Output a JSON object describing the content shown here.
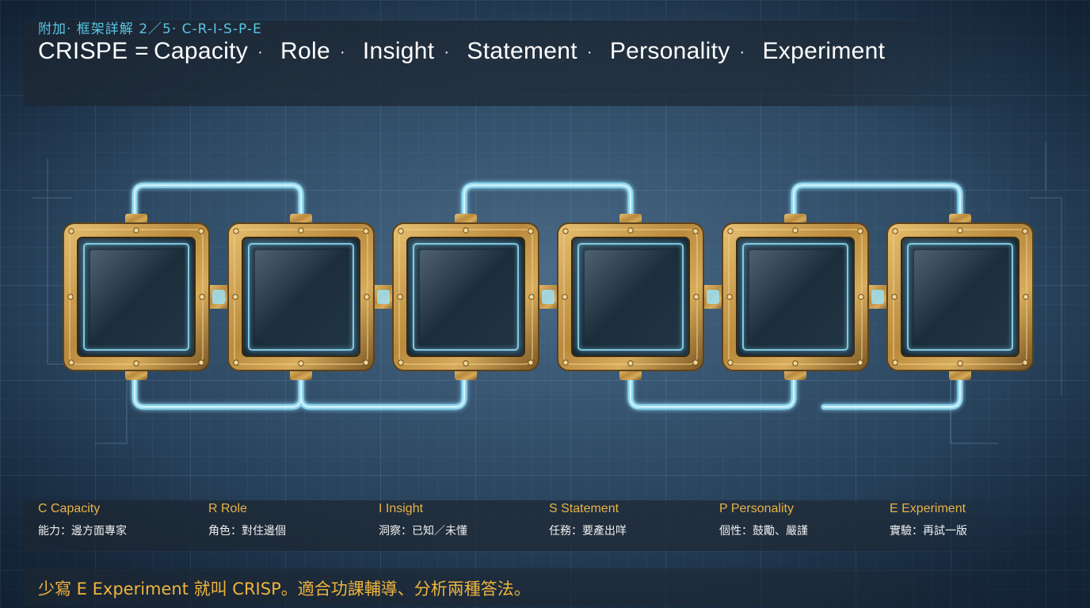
{
  "header": {
    "kicker": "附加·  框架詳解 2／5·  C-R-I-S-P-E",
    "title_prefix": "CRISPE =",
    "title_terms": [
      "Capacity",
      "Role",
      "Insight",
      "Statement",
      "Personality",
      "Experiment"
    ],
    "separator": "·"
  },
  "diagram": {
    "frame_count": 6,
    "colors": {
      "brass": "#c79a45",
      "glow": "#8fe4ff",
      "screen": "#1c2e3d"
    }
  },
  "columns": [
    {
      "head": "C Capacity",
      "desc": "能力：邊方面專家"
    },
    {
      "head": "R Role",
      "desc": "角色：對住邊個"
    },
    {
      "head": "I Insight",
      "desc": "洞察：已知／未懂"
    },
    {
      "head": "S Statement",
      "desc": "任務：要產出咩"
    },
    {
      "head": "P Personality",
      "desc": "個性：鼓勵、嚴謹"
    },
    {
      "head": "E Experiment",
      "desc": "實驗：再試一版"
    }
  ],
  "footer": {
    "text": "少寫 E Experiment 就叫 CRISP。適合功課輔導、分析兩種答法。"
  }
}
